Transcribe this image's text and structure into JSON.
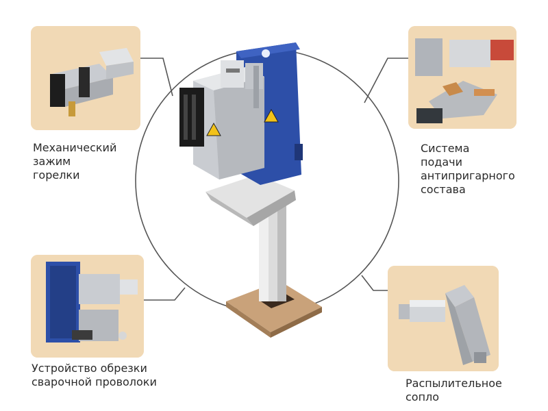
{
  "captions": {
    "clamp": [
      "Механический",
      "зажим",
      "горелки"
    ],
    "system": [
      "Система",
      "подачи",
      "антипригарного",
      "состава"
    ],
    "cutter": [
      "Устройство обрезки",
      "сварочной проволоки"
    ],
    "nozzle": [
      "Распылительное",
      "сопло"
    ]
  },
  "colors": {
    "thumb_background": "#f1d9b5",
    "machine_blue": "#2d4fa8",
    "steel": "#c9ccd1",
    "warning_yellow": "#f2c21a",
    "base_cardboard": "#c9a27a",
    "connector_line": "#555555"
  }
}
